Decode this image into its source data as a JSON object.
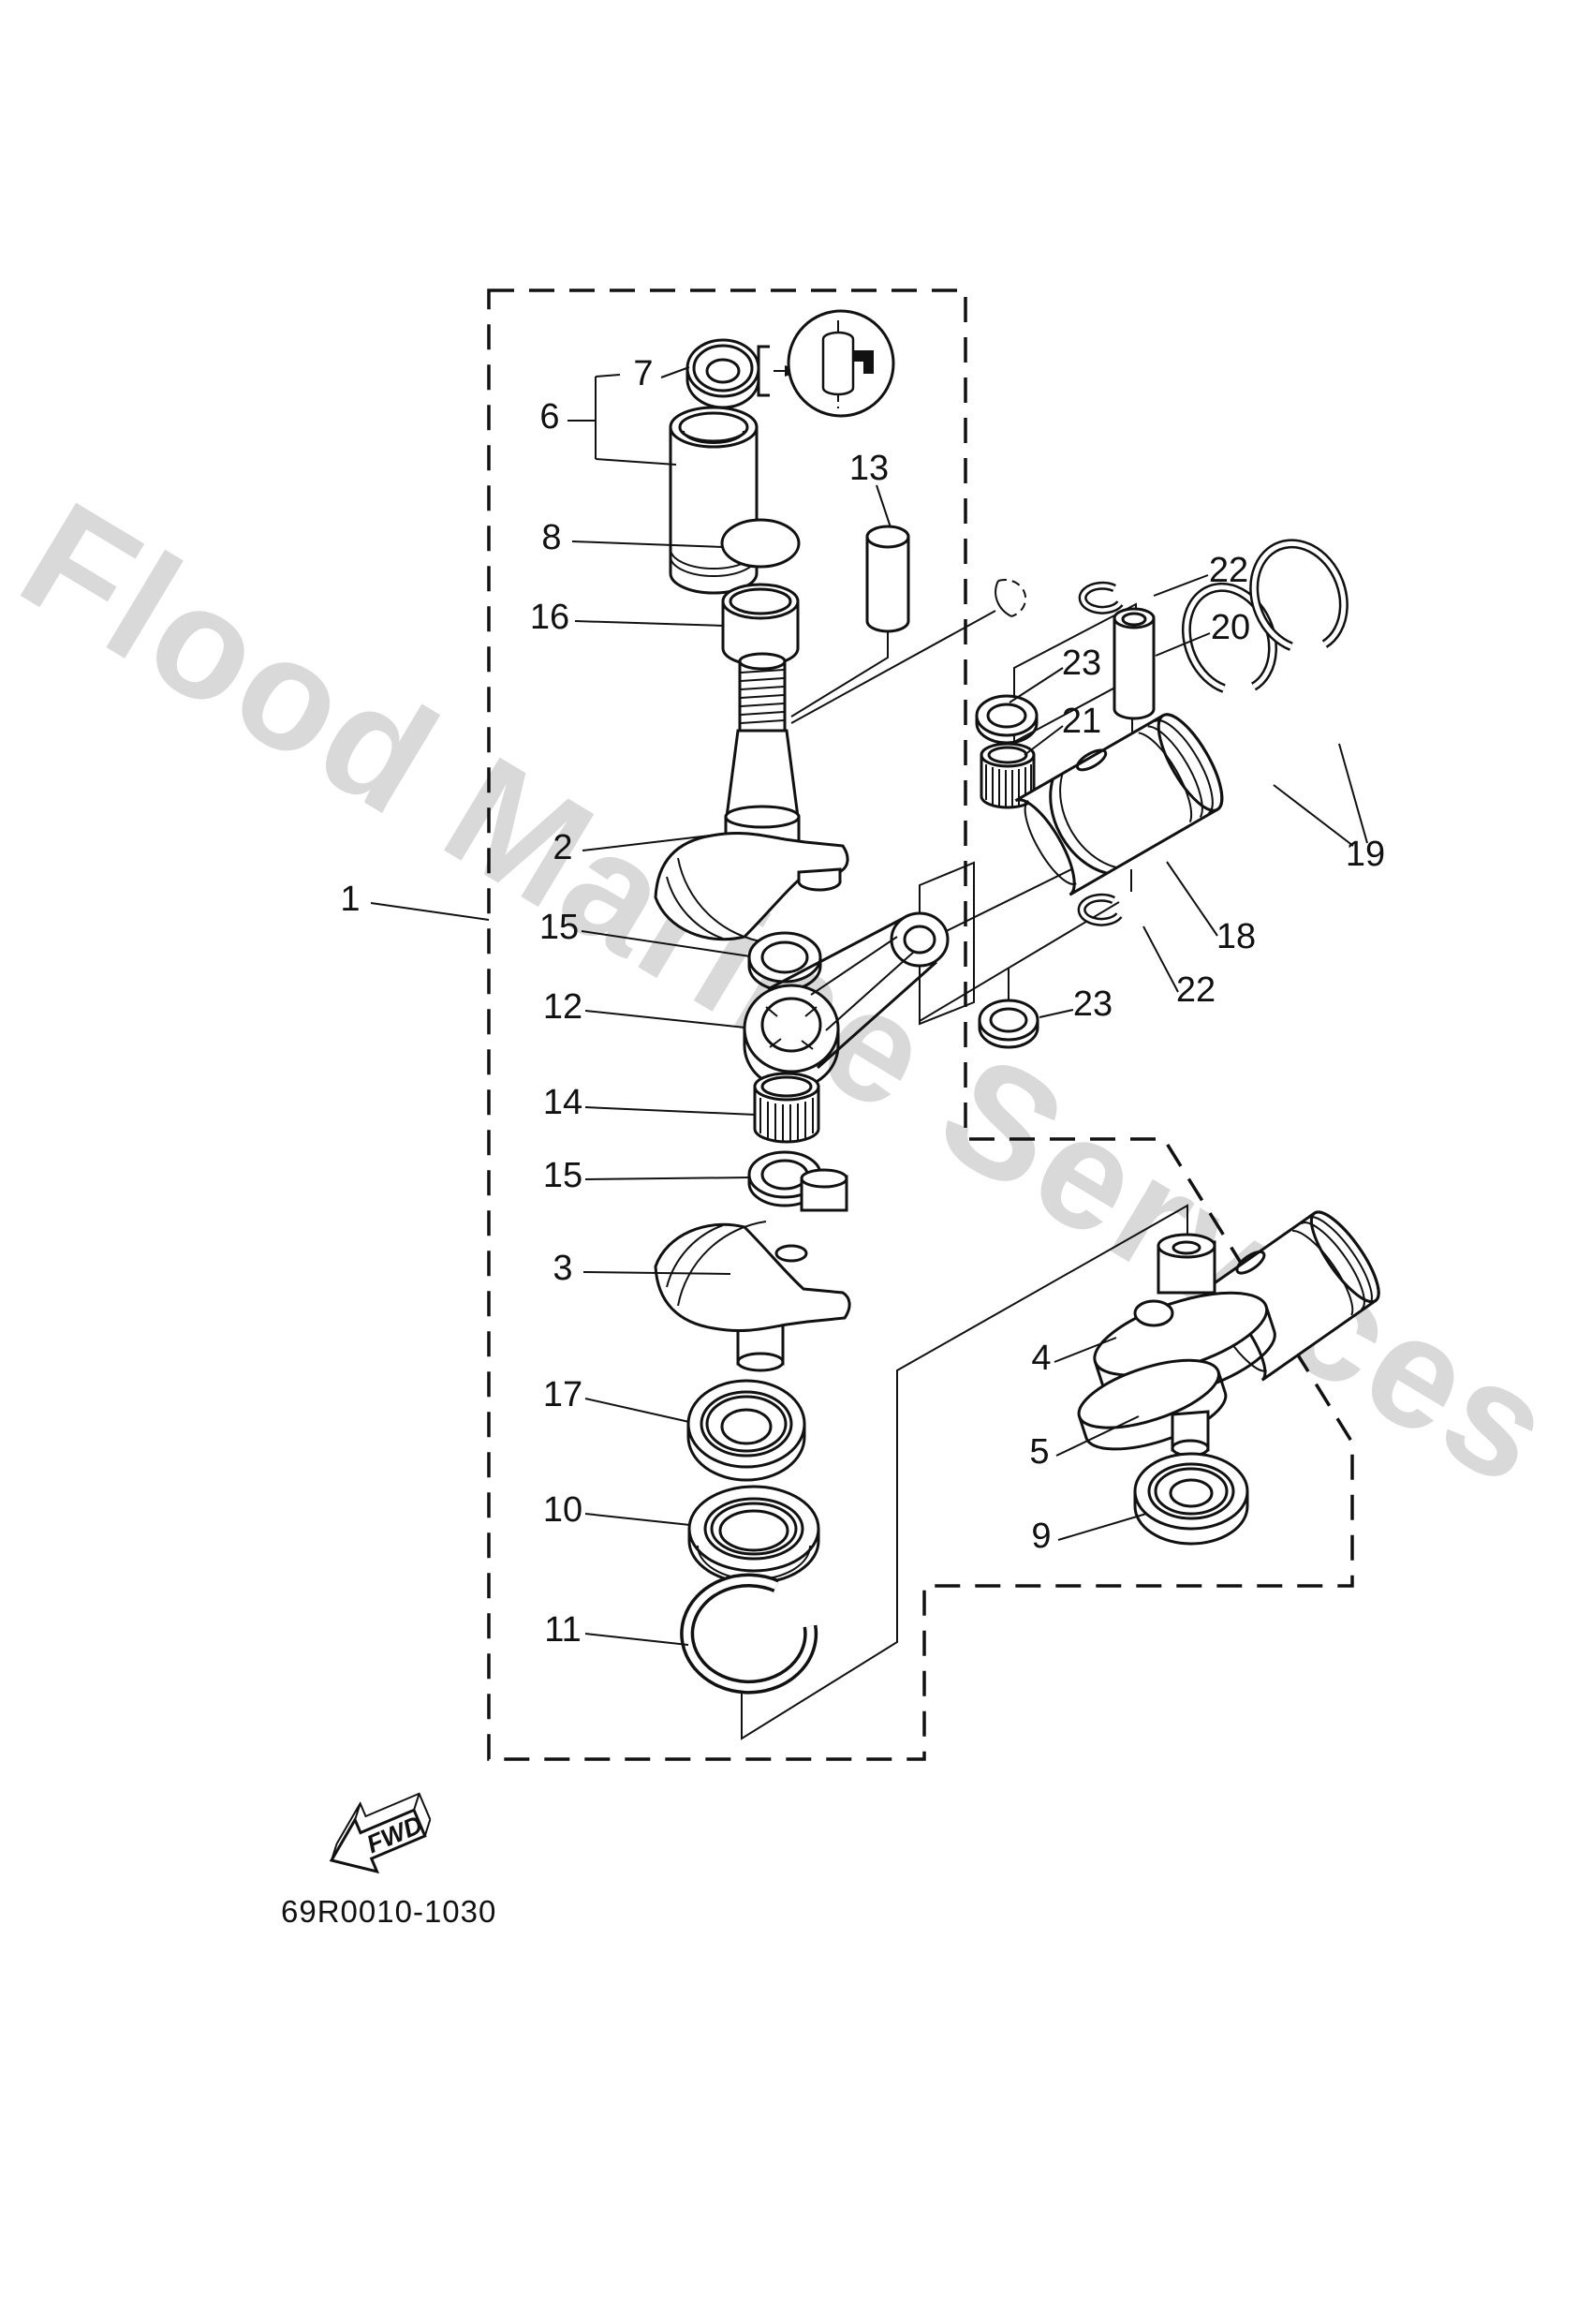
{
  "watermark": {
    "text": "Flood Marine Services",
    "color": "#d9d9d9"
  },
  "footer": {
    "drawing_code": "69R0010-1030"
  },
  "fwd": {
    "label": "FWD"
  },
  "callouts": [
    {
      "text": "1",
      "part": "crankshaft-piston-assembly"
    },
    {
      "text": "2",
      "part": "crankshaft-upper-half"
    },
    {
      "text": "15",
      "part": "thrust-washer-upper"
    },
    {
      "text": "12",
      "part": "connecting-rod"
    },
    {
      "text": "14",
      "part": "big-end-needle-bearing"
    },
    {
      "text": "15",
      "part": "thrust-washer-lower"
    },
    {
      "text": "3",
      "part": "crankshaft-lower-half"
    },
    {
      "text": "17",
      "part": "lower-ball-bearing"
    },
    {
      "text": "10",
      "part": "oil-seal"
    },
    {
      "text": "11",
      "part": "circlip"
    },
    {
      "text": "6",
      "part": "bearing-and-sleeve-set"
    },
    {
      "text": "7",
      "part": "upper-ball-bearing"
    },
    {
      "text": "8",
      "part": "shim-disc"
    },
    {
      "text": "16",
      "part": "spacer-sleeve"
    },
    {
      "text": "13",
      "part": "dowel-pin"
    },
    {
      "text": "22",
      "part": "piston-pin-clip-top"
    },
    {
      "text": "20",
      "part": "piston-pin"
    },
    {
      "text": "23",
      "part": "small-end-washer-top"
    },
    {
      "text": "21",
      "part": "small-end-needle-bearing"
    },
    {
      "text": "19",
      "part": "piston-ring-set"
    },
    {
      "text": "18",
      "part": "piston"
    },
    {
      "text": "22",
      "part": "piston-pin-clip-bottom"
    },
    {
      "text": "23",
      "part": "small-end-washer-bottom"
    },
    {
      "text": "4",
      "part": "assembled-crank-web-upper"
    },
    {
      "text": "5",
      "part": "assembled-crank-web-lower"
    },
    {
      "text": "9",
      "part": "assembled-ball-bearing"
    }
  ]
}
